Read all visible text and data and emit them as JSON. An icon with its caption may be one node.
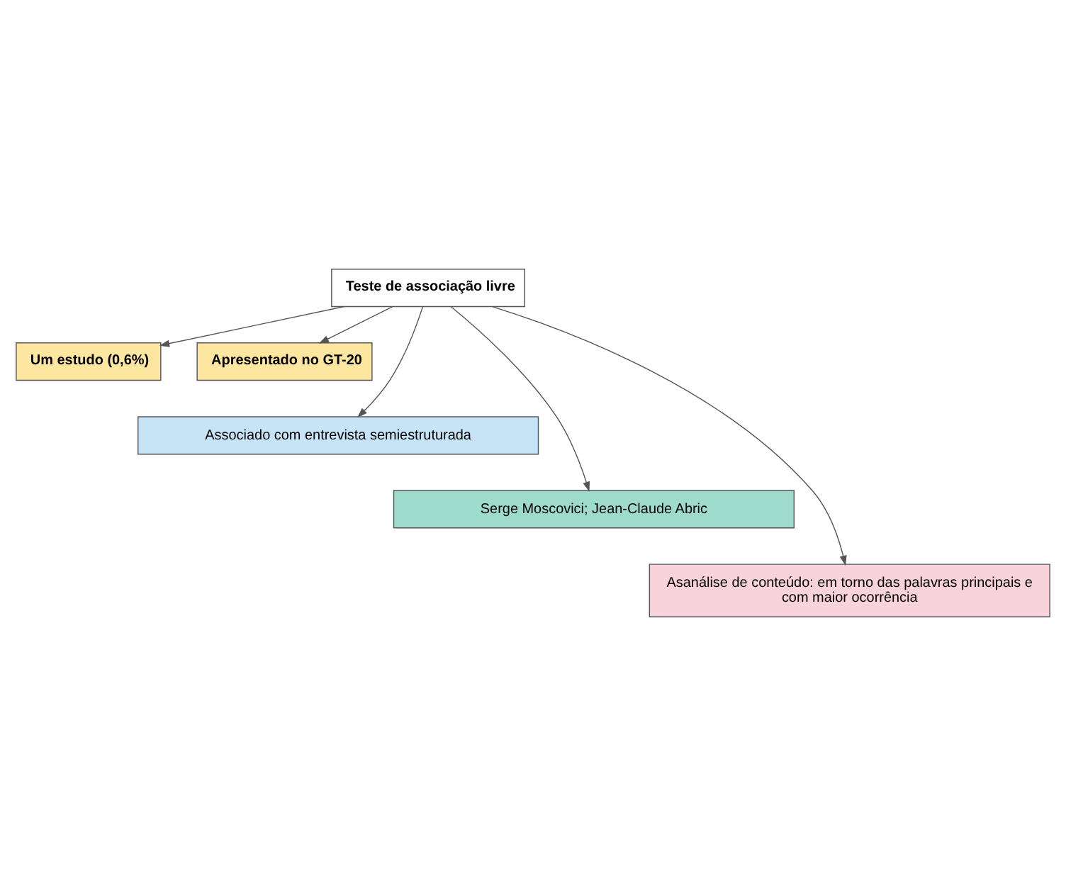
{
  "diagram": {
    "nodes": [
      {
        "text": [
          "Teste de associação livre"
        ]
      },
      {
        "text": [
          "Um estudo (0,6%)"
        ]
      },
      {
        "text": [
          "Apresentado no GT-20"
        ]
      },
      {
        "text": [
          "Associado com entrevista semiestruturada"
        ]
      },
      {
        "text": [
          "Serge Moscovici; Jean-Claude Abric"
        ]
      },
      {
        "text": [
          "Asanálise de conteúdo: em torno das palavras principais e com maior ocorrência"
        ]
      }
    ],
    "edges": [
      {
        "from": 0,
        "to": 1,
        "arrow": "to"
      },
      {
        "from": 0,
        "to": 2,
        "arrow": "to"
      },
      {
        "from": 0,
        "to": 3,
        "arrow": "to"
      },
      {
        "from": 0,
        "to": 4,
        "arrow": "to"
      },
      {
        "from": 0,
        "to": 5,
        "arrow": "to"
      }
    ]
  }
}
